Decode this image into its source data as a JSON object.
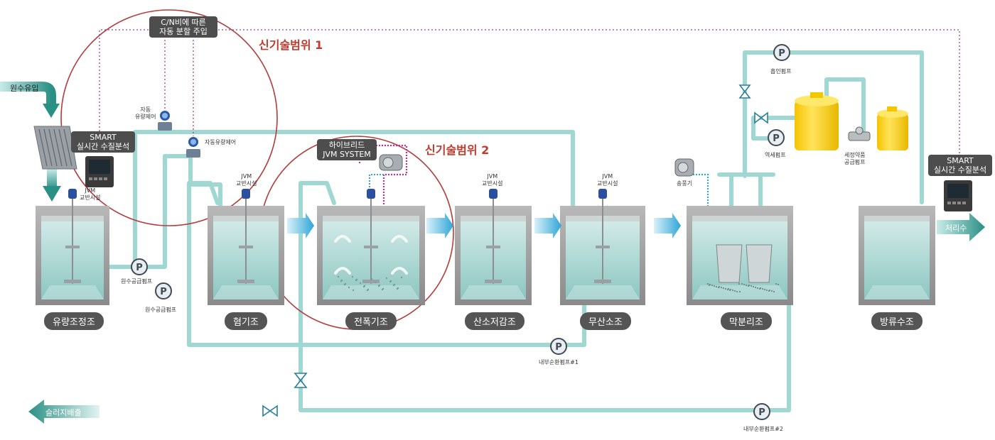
{
  "colors": {
    "pipe": "#9fd8d2",
    "tank_water": "#a9d3cf",
    "tank_wall": "#9a9a9a",
    "label_bg": "#555555",
    "red_circle": "#b63a3a",
    "arrow_blue": "#2fa6d6",
    "teal_arrow": "#2a8f85",
    "dotted_purple": "#a0408f",
    "tank_yellow": "#ffd21f"
  },
  "tanks": [
    {
      "label": "유량조정조"
    },
    {
      "label": "혐기조"
    },
    {
      "label": "전폭기조"
    },
    {
      "label": "산소저감조"
    },
    {
      "label": "무산소조"
    },
    {
      "label": "막분리조"
    },
    {
      "label": "방류수조"
    }
  ],
  "inflow_label": "원수유입",
  "outflow_label": "처리수",
  "sludge_label": "슬러지배출",
  "scope1": "신기술범위 1",
  "scope2": "신기술범위 2",
  "cn_box": {
    "line1": "C/N비에 따른",
    "line2": "자동 분할 주입"
  },
  "hybrid_box": {
    "line1": "하이브리드",
    "line2": "JVM SYSTEM"
  },
  "smart_left": {
    "line1": "SMART",
    "line2": "실시간 수질분석"
  },
  "smart_right": {
    "line1": "SMART",
    "line2": "실시간 수질분석"
  },
  "small_labels": {
    "auto_flow_1a": "자동",
    "auto_flow_1b": "유량제어",
    "auto_flow_2": "자동유량제어",
    "jvm1a": "JVM",
    "jvm1b": "교반시설",
    "jvm2a": "JVM",
    "jvm2b": "교반시설",
    "jvm3a": "JVM",
    "jvm3b": "교반시설",
    "jvm4a": "JVM",
    "jvm4b": "교반시설",
    "raw_pump_1": "원수공급펌프",
    "raw_pump_2": "원수공급펌프",
    "internal_pump_1": "내부순환펌프#1",
    "internal_pump_2": "내부순환펌프#2",
    "blower": "송풍기",
    "suction_pump": "흡인펌프",
    "backwash_pump": "역세펌프",
    "chem_pump_a": "세정약품",
    "chem_pump_b": "공급펌프"
  }
}
